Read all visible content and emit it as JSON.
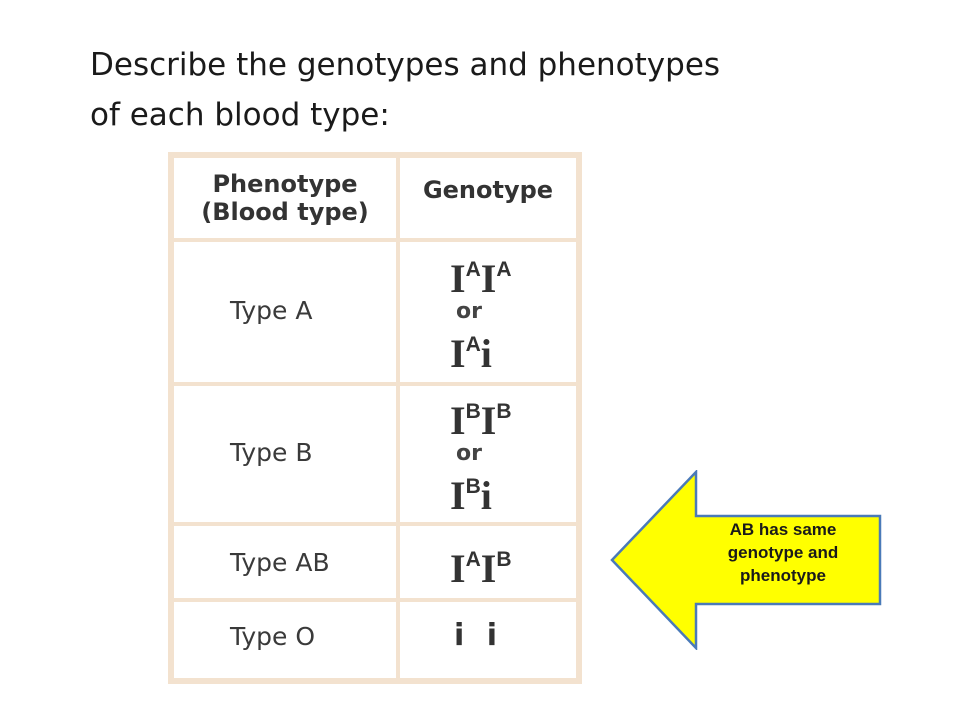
{
  "title": {
    "line1": "Describe the genotypes and phenotypes",
    "line2": "of each blood type:"
  },
  "table": {
    "header_phenotype_line1": "Phenotype",
    "header_phenotype_line2": "(Blood type)",
    "header_genotype": "Genotype",
    "rows": [
      {
        "phenotype": "Type A",
        "g1_base": "I",
        "g1_sup": "A",
        "g2_base": "I",
        "g2_sup": "A",
        "or": "or",
        "g3_base": "I",
        "g3_sup": "A",
        "g3_tail": "i"
      },
      {
        "phenotype": "Type B",
        "g1_base": "I",
        "g1_sup": "B",
        "g2_base": "I",
        "g2_sup": "B",
        "or": "or",
        "g3_base": "I",
        "g3_sup": "B",
        "g3_tail": "i"
      },
      {
        "phenotype": "Type AB",
        "g1_base": "I",
        "g1_sup": "A",
        "g2_base": "I",
        "g2_sup": "B"
      },
      {
        "phenotype": "Type O",
        "genotype": "i i"
      }
    ]
  },
  "callout": {
    "line1": "AB has same",
    "line2": "genotype and",
    "line3": "phenotype",
    "fill_color": "#ffff00",
    "stroke_color": "#4a7ab8"
  }
}
